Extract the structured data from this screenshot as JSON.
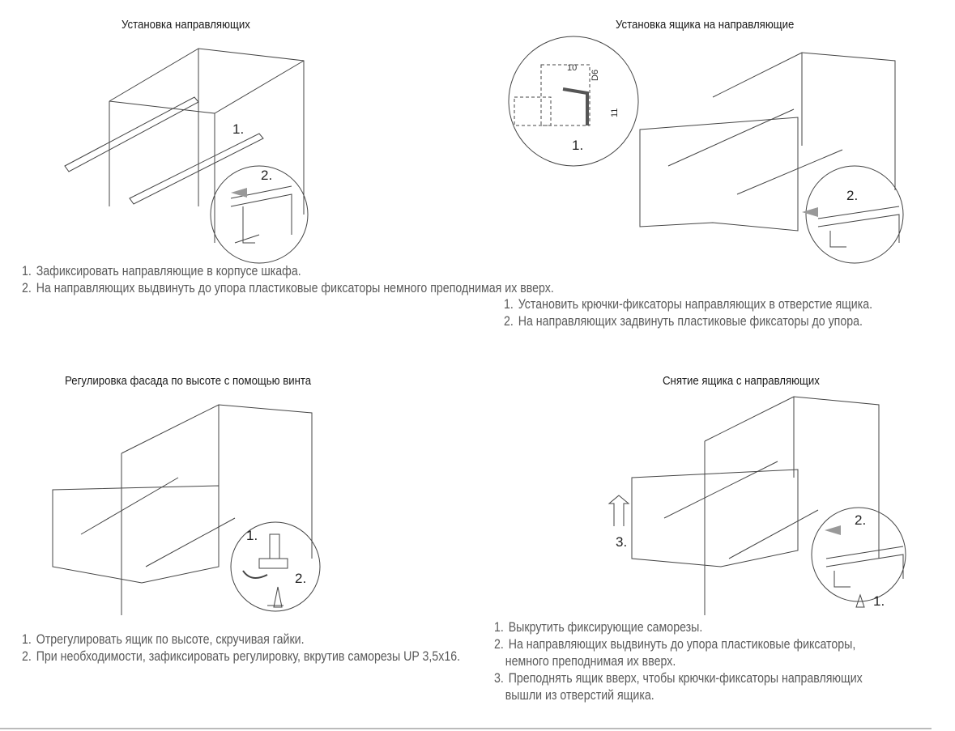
{
  "panels": [
    {
      "title": "Установка направляющих",
      "callouts": [
        "1.",
        "2."
      ],
      "steps": [
        {
          "num": "1.",
          "text": "Зафиксировать направляющие в корпусе шкафа."
        },
        {
          "num": "2.",
          "text": "На направляющих выдвинуть до упора пластиковые фиксаторы немного преподнимая их вверх."
        }
      ]
    },
    {
      "title": "Установка ящика на направляющие",
      "callouts": [
        "1.",
        "2."
      ],
      "dimensions": [
        "10",
        "D6",
        "11"
      ],
      "steps": [
        {
          "num": "1.",
          "text": "Установить крючки-фиксаторы направляющих в отверстие ящика."
        },
        {
          "num": "2.",
          "text": "На направляющих задвинуть пластиковые фиксаторы до упора."
        }
      ]
    },
    {
      "title": "Регулировка фасада по высоте с помощью винта",
      "callouts": [
        "1.",
        "2."
      ],
      "steps": [
        {
          "num": "1.",
          "text": "Отрегулировать ящик по высоте, скручивая гайки."
        },
        {
          "num": "2.",
          "text": "При необходимости, зафиксировать регулировку, вкрутив саморезы UP 3,5х16."
        }
      ]
    },
    {
      "title": "Снятие ящика с направляющих",
      "callouts": [
        "1.",
        "2.",
        "3."
      ],
      "steps": [
        {
          "num": "1.",
          "text": "Выкрутить фиксирующие саморезы."
        },
        {
          "num": "2.",
          "text": "На направляющих выдвинуть до упора пластиковые фиксаторы, немного преподнимая их вверх."
        },
        {
          "num": "3.",
          "text": "Преподнять ящик вверх, чтобы крючки-фиксаторы направляющих вышли из отверстий ящика."
        }
      ]
    }
  ]
}
